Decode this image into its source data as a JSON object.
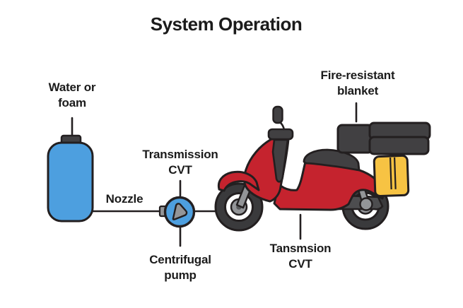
{
  "title": "System Operation",
  "labels": {
    "water_source": "Water or foam",
    "nozzle": "Nozzle",
    "transmission_cvt_top": "Transmission CVT",
    "centrifugal_pump": "Centrifugal pump",
    "fire_blanket": "Fire-resistant blanket",
    "transmission_cvt_bottom": "Tansmsion CVT"
  },
  "figures": {
    "tank_icon": "water-tank-icon",
    "pump_icon": "centrifugal-pump-icon",
    "scooter_icon": "delivery-scooter-icon",
    "blanket_icon": "cargo-box-icon",
    "pannier_icon": "pannier-bag-icon"
  },
  "colors": {
    "liquid-blue": "#4d9fdf",
    "body-red": "#c5232e",
    "dark-gray": "#414042",
    "mid-gray": "#939598",
    "bar-gray": "#4d4d4f",
    "cargo-yellow": "#f7c343",
    "outline": "#231f20",
    "text": "#1b1b1b",
    "bg": "#ffffff"
  }
}
